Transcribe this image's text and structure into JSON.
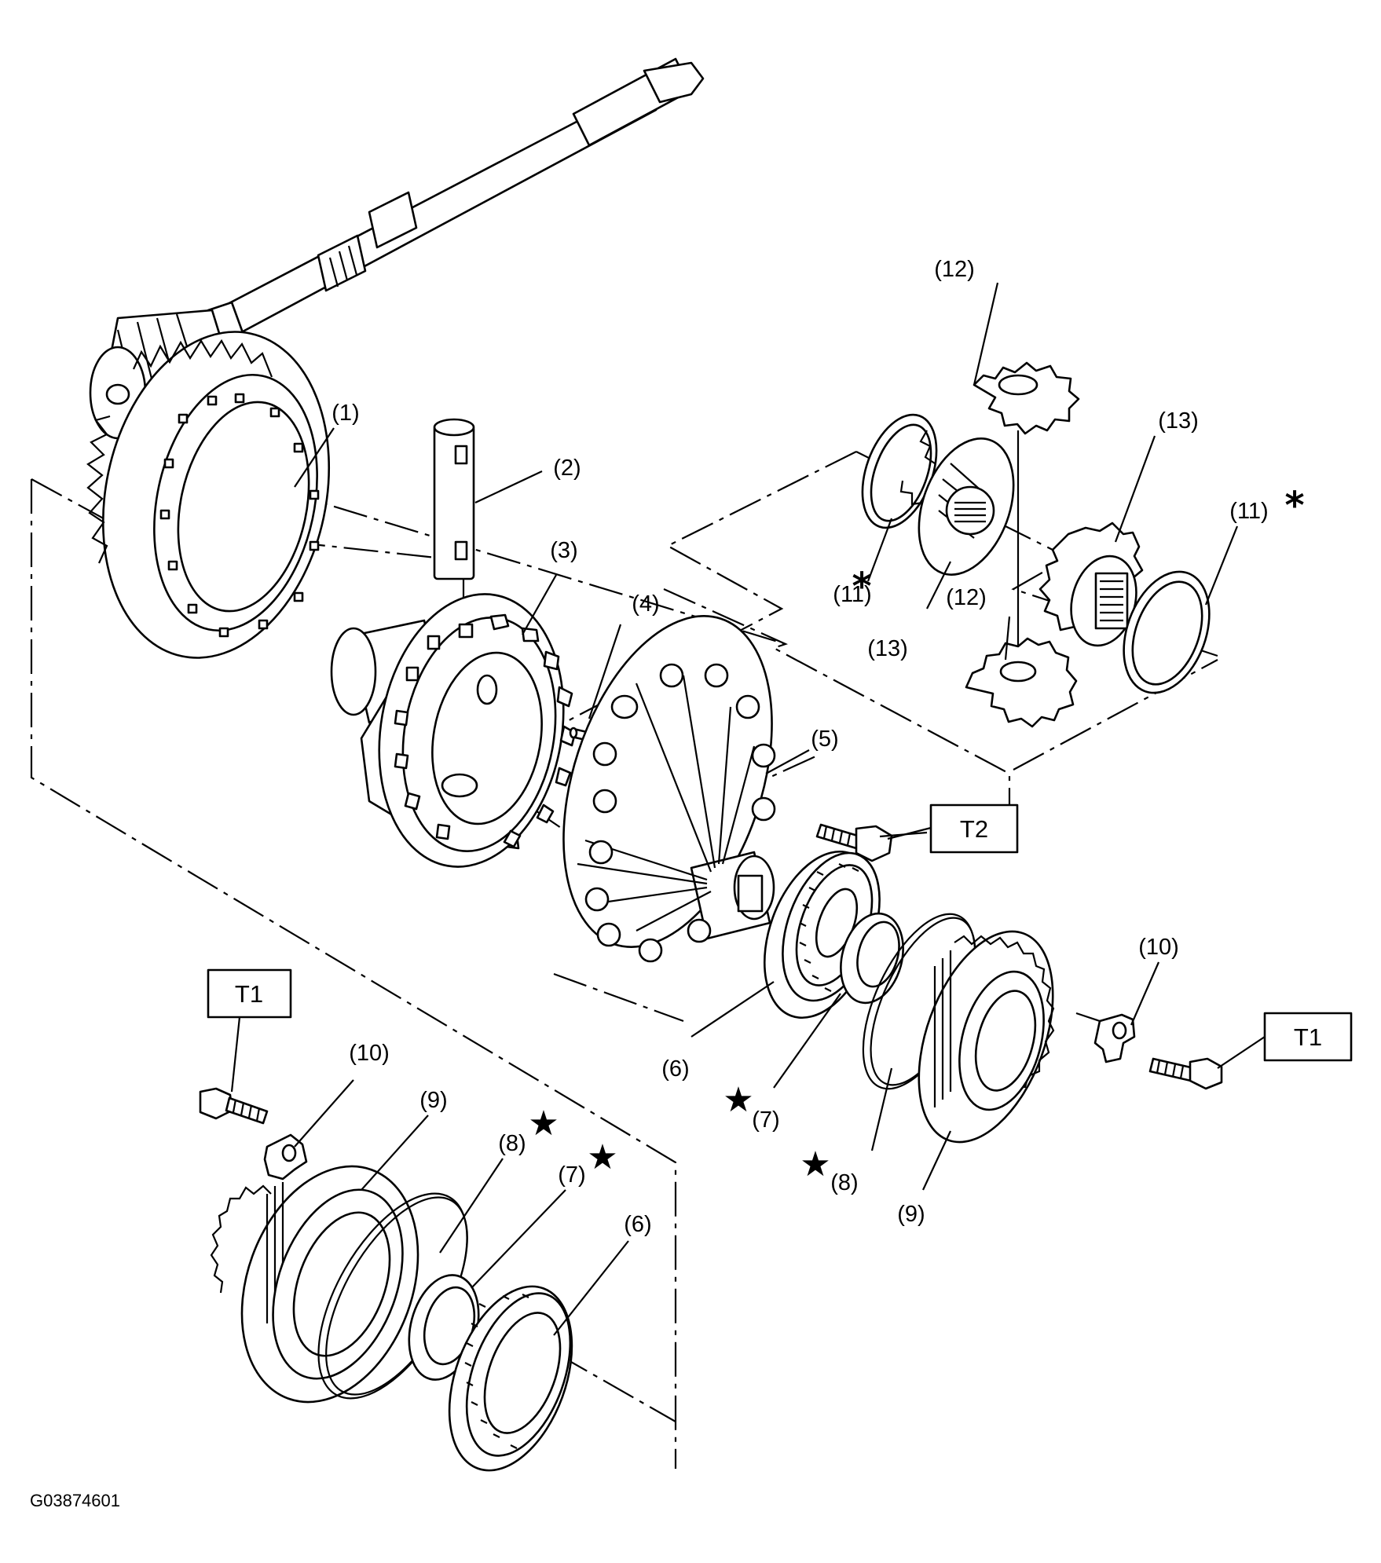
{
  "labels": {
    "l1": "(1)",
    "l2": "(2)",
    "l3": "(3)",
    "l4": "(4)",
    "l5": "(5)",
    "l6a": "(6)",
    "l6b": "(6)",
    "l7a": "(7)",
    "l7b": "(7)",
    "l8a": "(8)",
    "l8b": "(8)",
    "l9a": "(9)",
    "l9b": "(9)",
    "l10a": "(10)",
    "l10b": "(10)",
    "l11a": "(11)",
    "l11b": "(11)",
    "l12a": "(12)",
    "l12b": "(12)",
    "l13a": "(13)",
    "l13b": "(13)"
  },
  "torque_boxes": {
    "t2": "T2",
    "t1_right": "T1",
    "t1_left": "T1"
  },
  "symbols": {
    "star": "★",
    "asterisk": "*"
  },
  "figure_code": "G03874601"
}
